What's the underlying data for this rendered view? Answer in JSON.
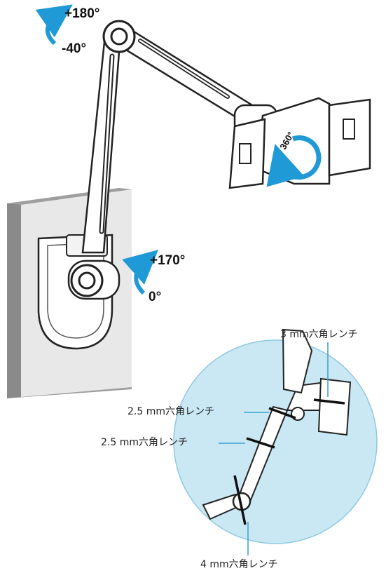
{
  "rotation_labels": {
    "upper_max": "+180°",
    "upper_min": "-40°",
    "lower_max": "+170°",
    "lower_min": "0°",
    "holder_rotation": "360°"
  },
  "wrench_callouts": {
    "holder": "3 mm六角レンチ",
    "elbow": "2.5 mm六角レンチ",
    "arm_middle": "2.5 mm六角レンチ",
    "base": "4 mm六角レンチ"
  },
  "colors": {
    "rotation_arrow": "#1f9ad6",
    "detail_circle": "#c7e8f4",
    "detail_circle_stroke": "#8fc9df",
    "wall": "#a9a9a9",
    "wall_front": "#e6e6e6",
    "callout_line": "#3c9fd0"
  }
}
